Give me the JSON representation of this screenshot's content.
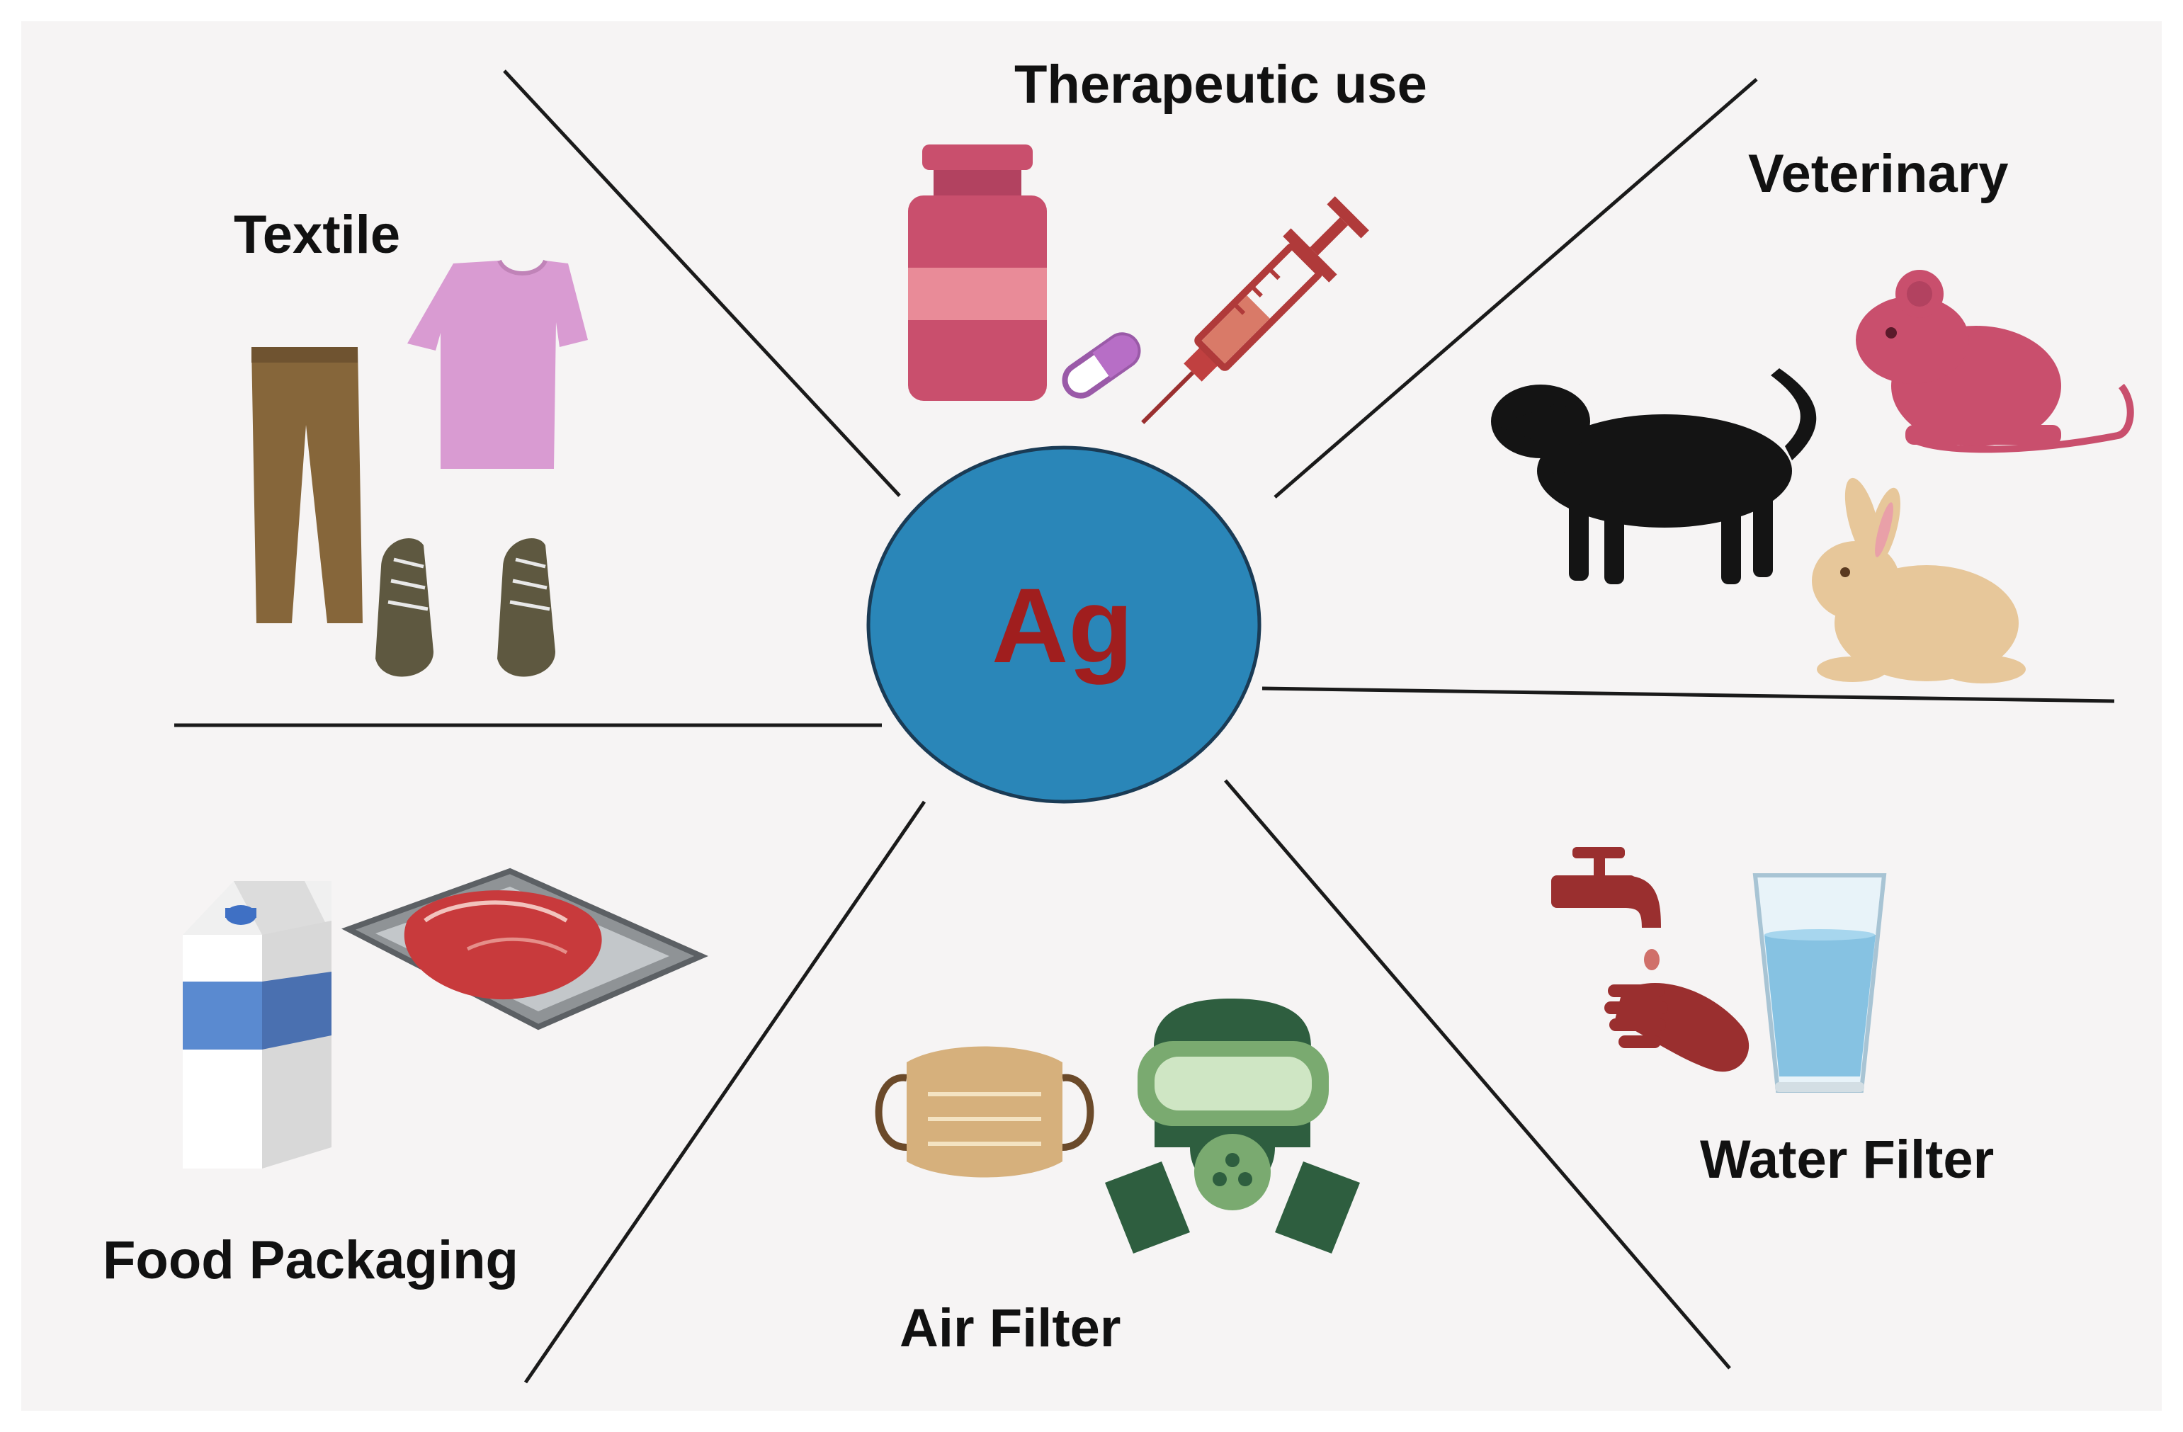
{
  "center": {
    "symbol": "Ag",
    "fill_color": "#2a86b8",
    "text_color": "#a01e1e"
  },
  "background_color": "#f6f4f4",
  "sectors": [
    {
      "label": "Therapeutic use",
      "icons": [
        "medicine-bottle-icon",
        "capsule-icon",
        "syringe-icon"
      ]
    },
    {
      "label": "Veterinary",
      "icons": [
        "dog-icon",
        "mouse-icon",
        "rabbit-icon"
      ]
    },
    {
      "label": "Water Filter",
      "icons": [
        "faucet-icon",
        "hands-washing-icon",
        "water-glass-icon"
      ]
    },
    {
      "label": "Air Filter",
      "icons": [
        "face-mask-icon",
        "gas-mask-icon"
      ]
    },
    {
      "label": "Food Packaging",
      "icons": [
        "milk-carton-icon",
        "meat-tray-icon"
      ]
    },
    {
      "label": "Textile",
      "icons": [
        "pants-icon",
        "t-shirt-icon",
        "shoes-icon"
      ]
    }
  ]
}
